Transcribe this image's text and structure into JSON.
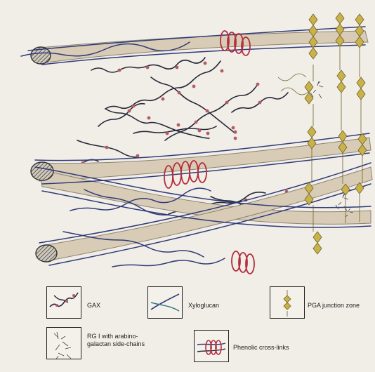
{
  "legend": {
    "gax": "GAX",
    "xyloglucan": "Xyloglucan",
    "pga": "PGA junction zone",
    "rg1_line1": "RG I with arabino-",
    "rg1_line2": "galactan side-chains",
    "phenolic": "Phenolic cross-links"
  },
  "colors": {
    "background": "#f1ede7",
    "cellulose_fill": "#d8ccb6",
    "cellulose_edge": "#8c8272",
    "xyloglucan": "#2f3b78",
    "gax": "#26283a",
    "gax_bead": "#b45a64",
    "phenolic": "#b32c3c",
    "pga": "#c9b24a"
  },
  "icons": [
    "gax-icon",
    "xyloglucan-icon",
    "pga-junction-icon",
    "rg1-icon",
    "phenolic-crosslink-icon"
  ]
}
